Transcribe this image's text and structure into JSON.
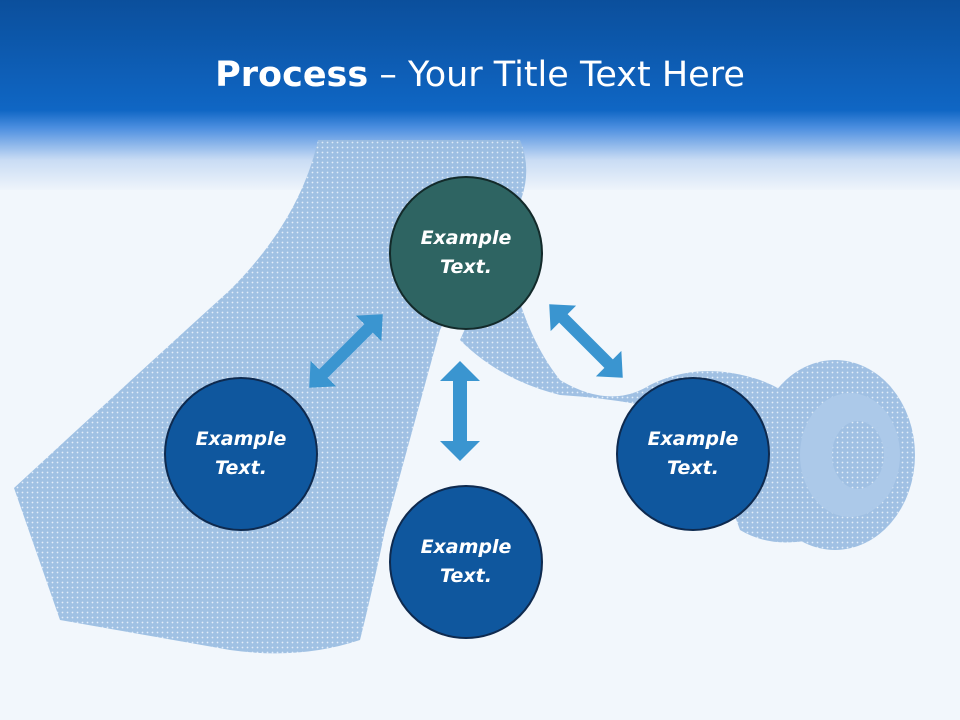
{
  "slide": {
    "title_bold": "Process",
    "title_rest": " – Your Title Text Here"
  },
  "nodes": {
    "center": "Example Text.",
    "left": "Example Text.",
    "bottom": "Example Text.",
    "right": "Example Text."
  },
  "colors": {
    "header": "#0f66c4",
    "center_node": "#2e6462",
    "outer_node": "#0f579e",
    "arrow": "#3a95d0",
    "tie": "#9fc0e3"
  }
}
